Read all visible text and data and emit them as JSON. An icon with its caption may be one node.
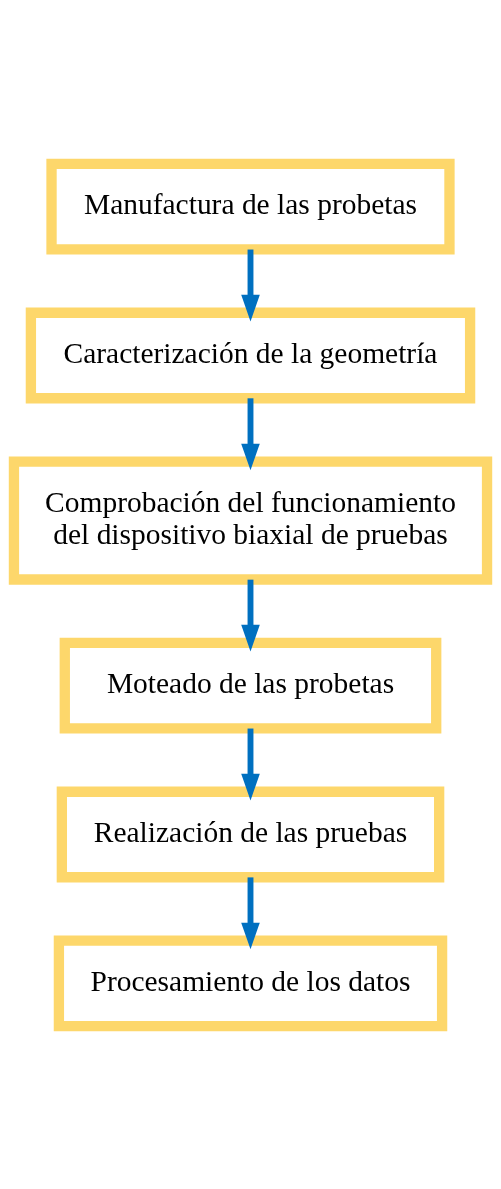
{
  "diagram": {
    "nodes": [
      {
        "text": [
          "Manufactura de las probetas"
        ]
      },
      {
        "text": [
          "Caracterización de la geometría"
        ]
      },
      {
        "text": [
          "Comprobación del funcionamiento del dispositivo biaxial de pruebas"
        ]
      },
      {
        "text": [
          "Moteado de las probetas"
        ]
      },
      {
        "text": [
          "Realización de las pruebas"
        ]
      },
      {
        "text": [
          "Procesamiento de los datos"
        ]
      }
    ],
    "edges": [
      {
        "from": 0,
        "to": 1,
        "arrow": "to"
      },
      {
        "from": 1,
        "to": 2,
        "arrow": "to"
      },
      {
        "from": 2,
        "to": 3,
        "arrow": "to"
      },
      {
        "from": 3,
        "to": 4,
        "arrow": "to"
      },
      {
        "from": 4,
        "to": 5,
        "arrow": "to"
      }
    ]
  }
}
